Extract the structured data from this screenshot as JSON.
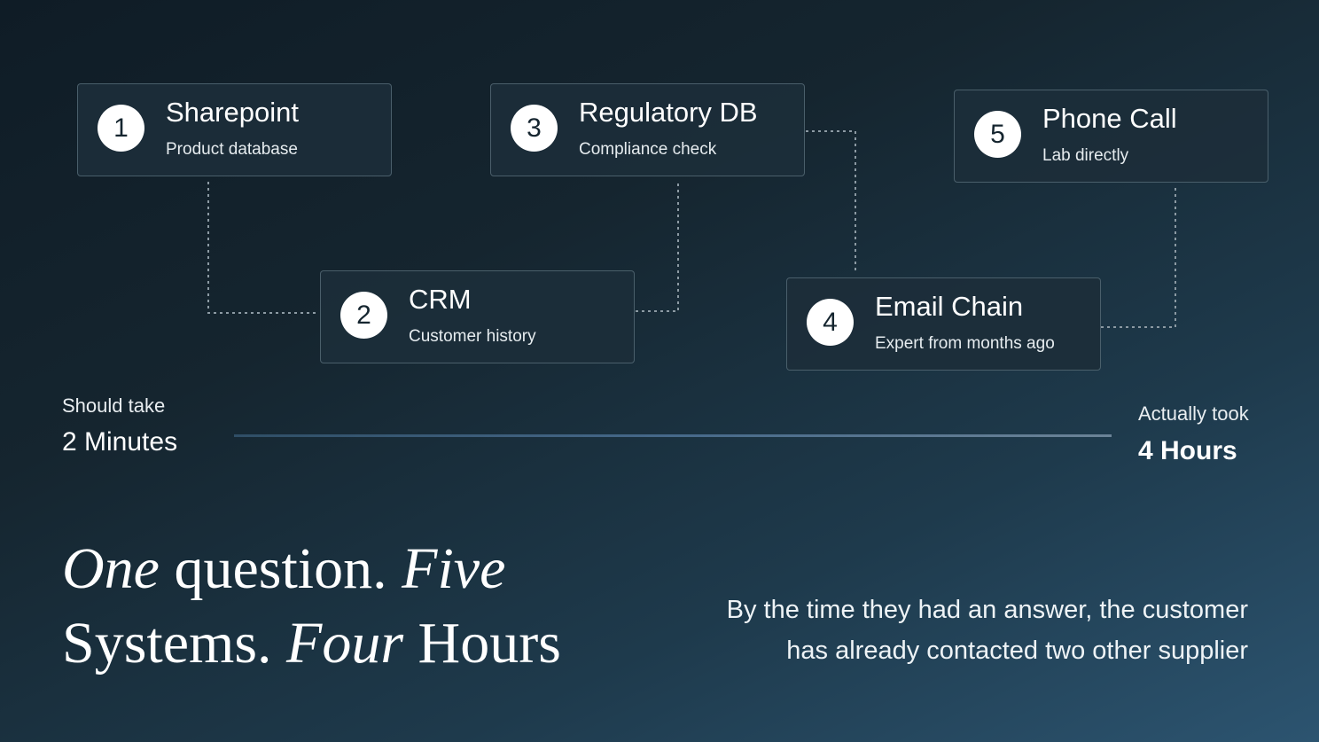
{
  "steps": [
    {
      "number": "1",
      "title": "Sharepoint",
      "subtitle": "Product database"
    },
    {
      "number": "2",
      "title": "CRM",
      "subtitle": "Customer history"
    },
    {
      "number": "3",
      "title": "Regulatory DB",
      "subtitle": "Compliance check"
    },
    {
      "number": "4",
      "title": "Email Chain",
      "subtitle": "Expert from months ago"
    },
    {
      "number": "5",
      "title": "Phone Call",
      "subtitle": "Lab directly"
    }
  ],
  "timeline": {
    "start_label": "Should take",
    "start_value": "2 Minutes",
    "end_label": "Actually took",
    "end_value": "4 Hours"
  },
  "headline": {
    "part1_italic": "One",
    "part2": " question. ",
    "part3_italic": "Five",
    "part4": "Systems. ",
    "part5_italic": "Four",
    "part6": " Hours"
  },
  "body_text": {
    "line1": "By the time they had an answer, the customer",
    "line2": "has already contacted two other supplier"
  }
}
